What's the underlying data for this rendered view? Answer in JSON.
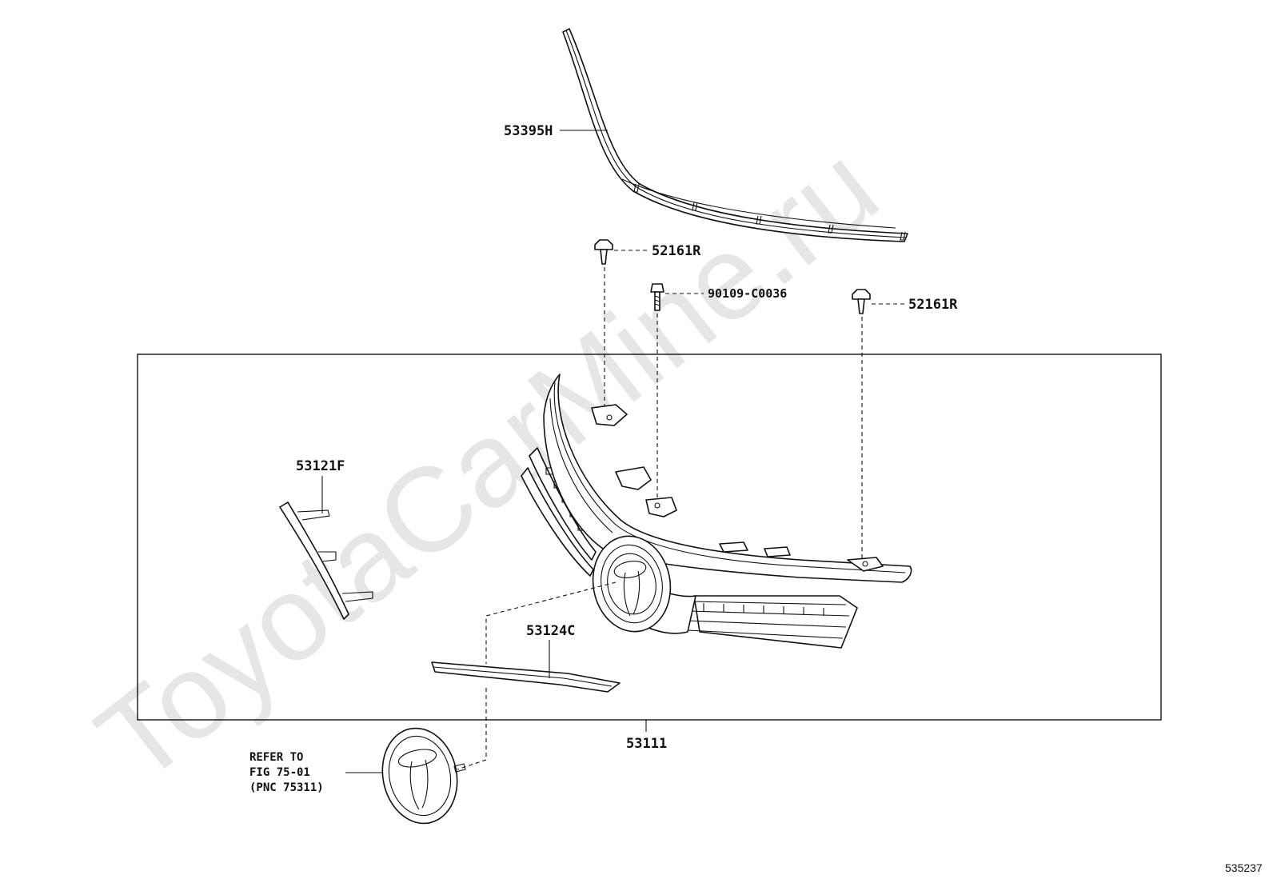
{
  "watermark": "ToyotaCarMine.ru",
  "drawing_id": "535237",
  "labels": {
    "molding_upper": "53395H",
    "clip_left": "52161R",
    "bolt": "90109-C0036",
    "clip_right": "52161R",
    "molding_side": "53121F",
    "molding_lower": "53124C",
    "grille_assembly": "53111"
  },
  "reference_note": {
    "line1": "REFER TO",
    "line2": "FIG 75-01",
    "line3": "(PNC 75311)"
  }
}
